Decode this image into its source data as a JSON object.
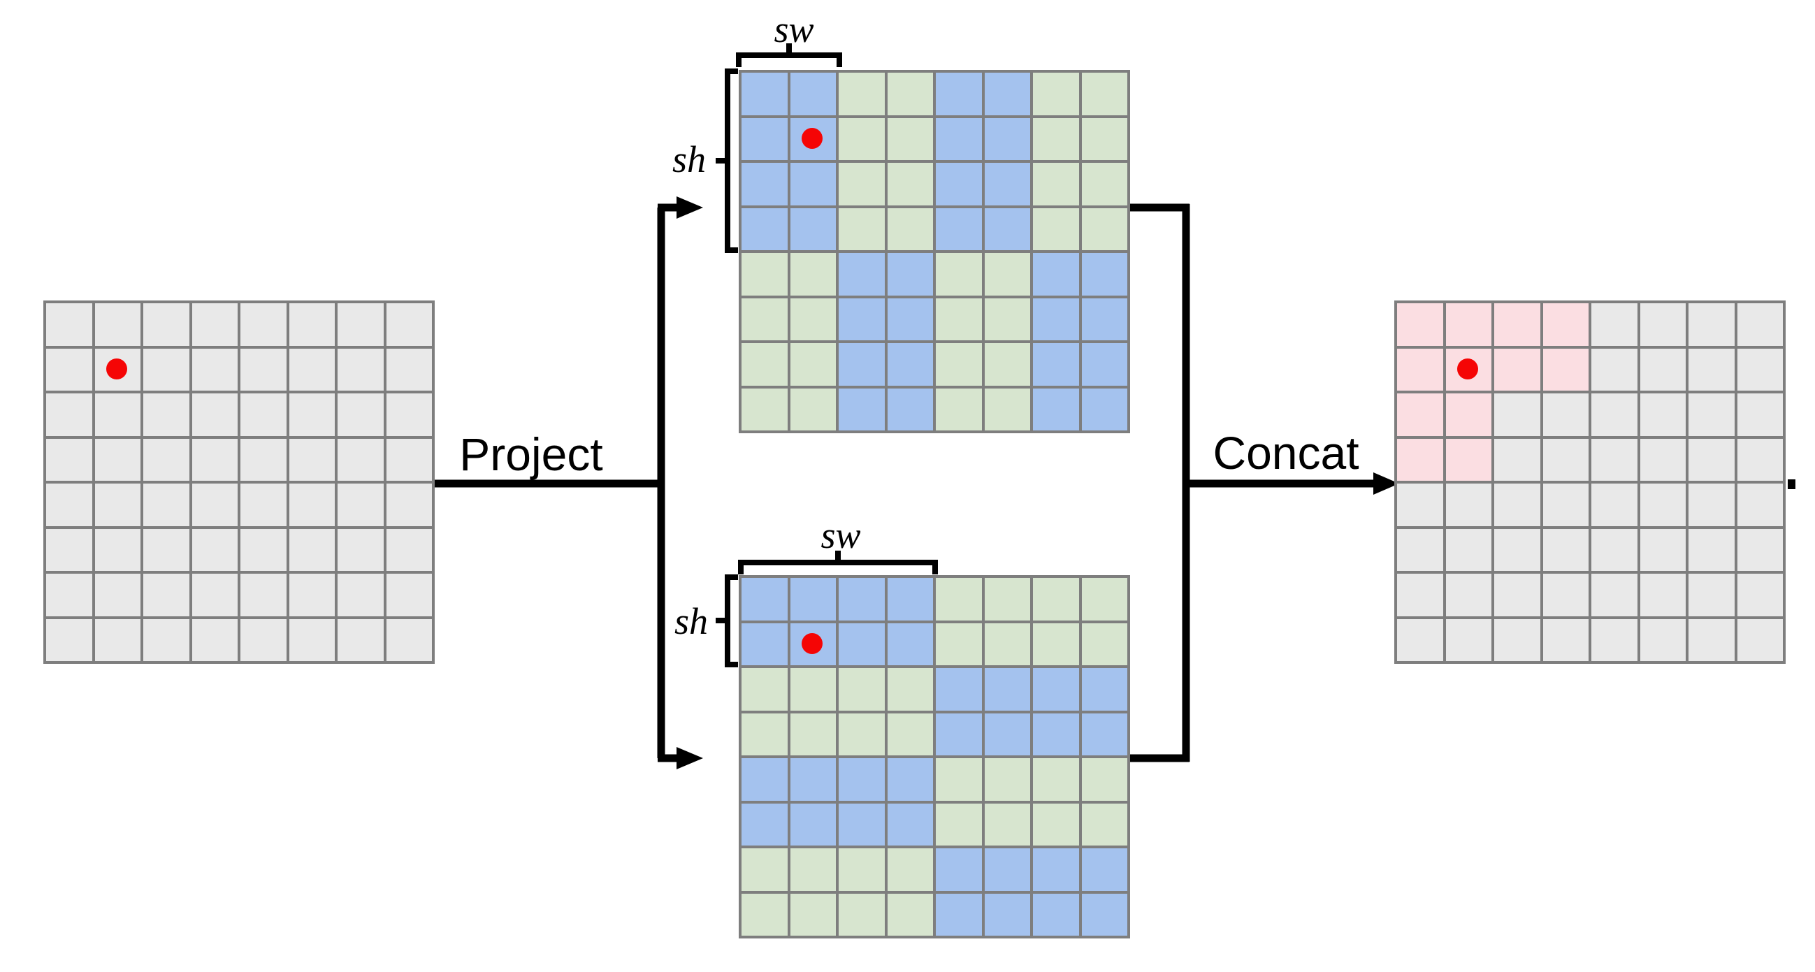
{
  "figure": {
    "background": "#ffffff",
    "arrow_labels": {
      "project": "Project",
      "concat": "Concat"
    },
    "dimension_labels": {
      "window_width": "sw",
      "window_height": "sh"
    },
    "colors": {
      "cell_gray": "#e9e9e9",
      "cell_blue": "#a4c2ee",
      "cell_green": "#d7e5cf",
      "cell_pink": "#fbdee2",
      "grid_line": "#7e7e7e",
      "marker": "#f50505",
      "connector": "#000000"
    },
    "color_key": {
      "X": "cell_gray",
      "B": "cell_blue",
      "G": "cell_green",
      "P": "cell_pink"
    },
    "grids": {
      "input": {
        "rows": 8,
        "cols": 8,
        "cell_colors": [
          "XXXXXXXX",
          "XXXXXXXX",
          "XXXXXXXX",
          "XXXXXXXX",
          "XXXXXXXX",
          "XXXXXXXX",
          "XXXXXXXX",
          "XXXXXXXX"
        ],
        "marker_cell": {
          "row": 2,
          "col": 2
        }
      },
      "window_a": {
        "rows": 8,
        "cols": 8,
        "cell_colors": [
          "BBGGBBGG",
          "BBGGBBGG",
          "BBGGBBGG",
          "BBGGBBGG",
          "GGBBGGBB",
          "GGBBGGBB",
          "GGBBGGBB",
          "GGBBGGBB"
        ],
        "marker_cell": {
          "row": 2,
          "col": 2
        },
        "sw_span_cols": 2,
        "sh_span_rows": 4
      },
      "window_b": {
        "rows": 8,
        "cols": 8,
        "cell_colors": [
          "BBBBGGGG",
          "BBBBGGGG",
          "GGGGBBBB",
          "GGGGBBBB",
          "BBBBGGGG",
          "BBBBGGGG",
          "GGGGBBBB",
          "GGGGBBBB"
        ],
        "marker_cell": {
          "row": 2,
          "col": 2
        },
        "sw_span_cols": 4,
        "sh_span_rows": 2
      },
      "output": {
        "rows": 8,
        "cols": 8,
        "cell_colors": [
          "PPPPXXXX",
          "PPPPXXXX",
          "PPXXXXXX",
          "PPXXXXXX",
          "XXXXXXXX",
          "XXXXXXXX",
          "XXXXXXXX",
          "XXXXXXXX"
        ],
        "marker_cell": {
          "row": 2,
          "col": 2
        }
      }
    }
  }
}
